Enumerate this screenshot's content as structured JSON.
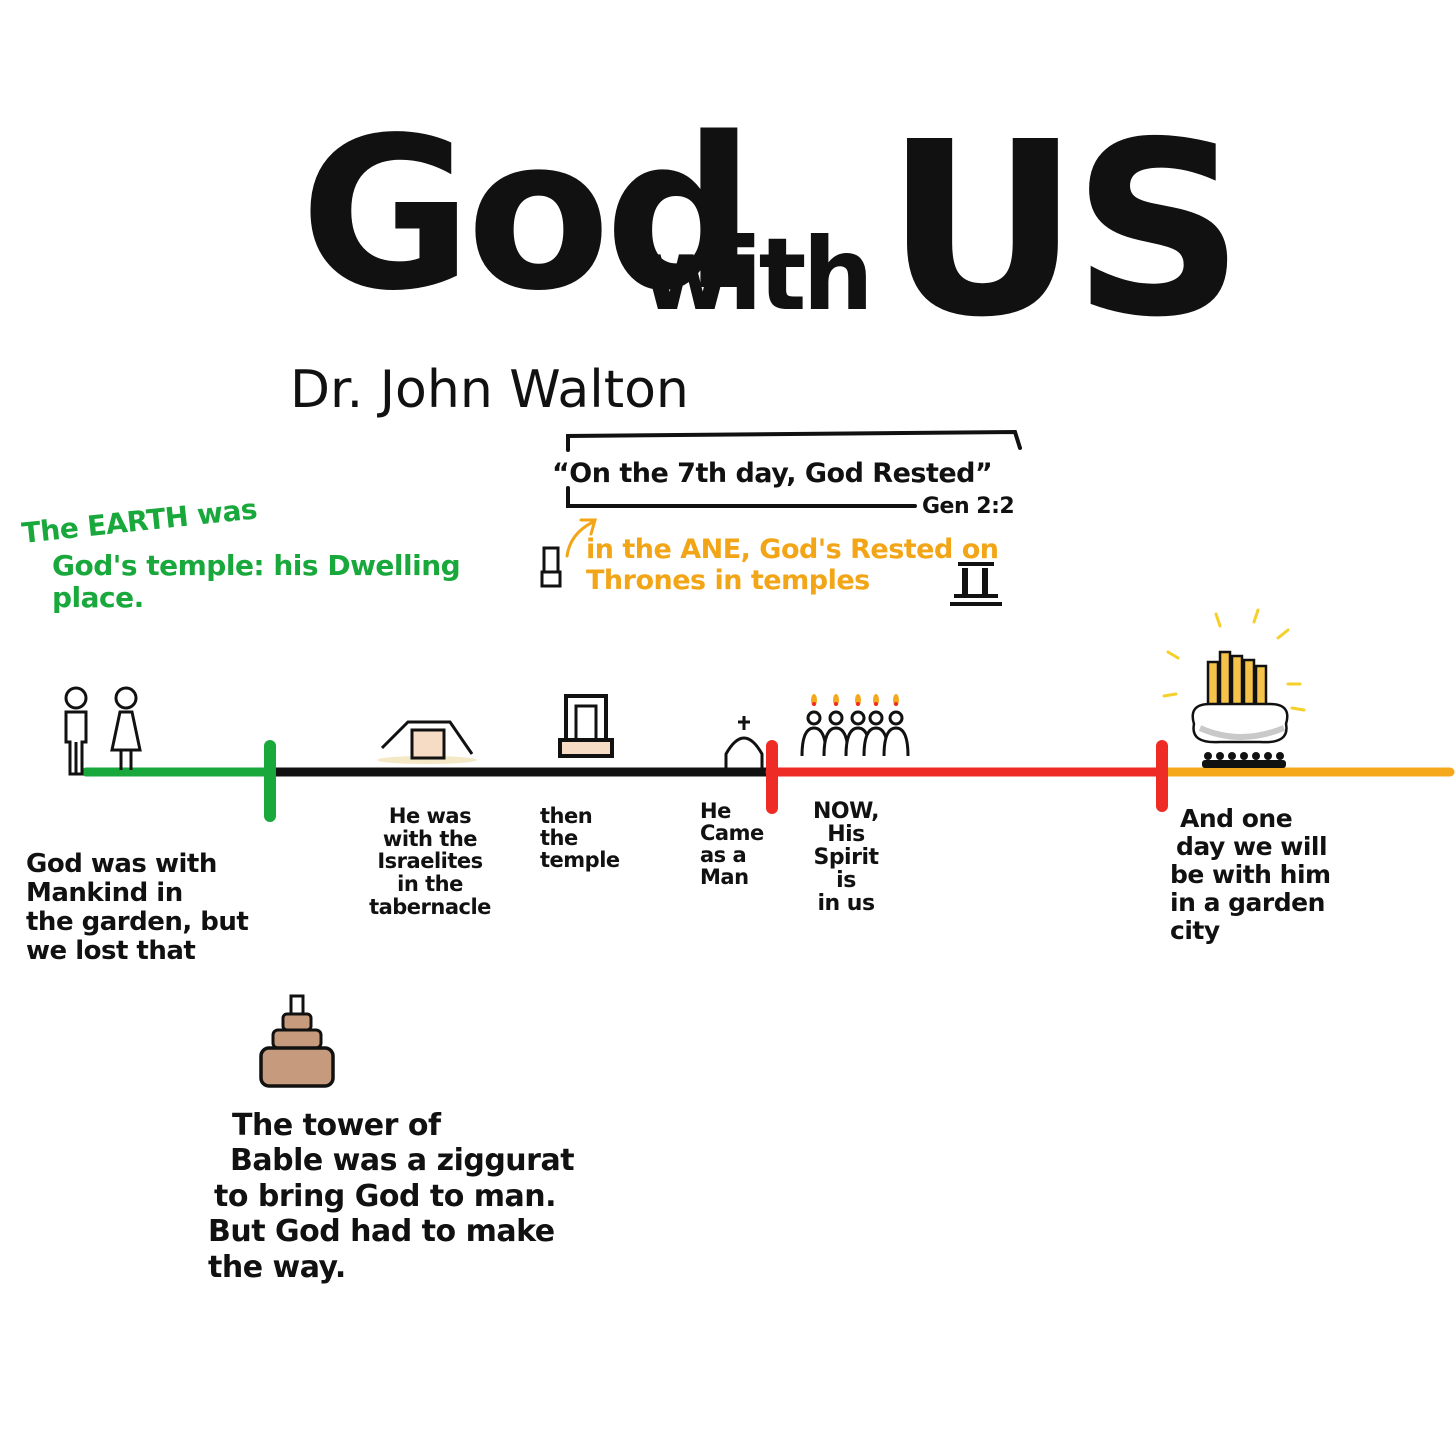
{
  "title": {
    "god": "God",
    "with": "with",
    "us": "US"
  },
  "author": "Dr. John Walton",
  "quote": {
    "text": "“On the 7th day, God Rested”",
    "ref": "Gen 2:2"
  },
  "ane_note": [
    "in the ANE, God's Rested on",
    "Thrones in temples"
  ],
  "earth_note": [
    "The EARTH was",
    "God's temple: his Dwelling",
    "place."
  ],
  "timeline": {
    "colors": {
      "garden": "#19a83b",
      "israel": "#111111",
      "spirit": "#ee2b24",
      "future": "#f5a81c"
    }
  },
  "captions": {
    "garden": [
      "God was with",
      "Mankind in",
      "the garden, but",
      "we lost that"
    ],
    "tabernacle": [
      "He was",
      "with the",
      "Israelites",
      "in the",
      "tabernacle"
    ],
    "temple": [
      "then",
      "the",
      "temple"
    ],
    "man": [
      "He",
      "Came",
      "as a",
      "Man"
    ],
    "spirit": [
      "NOW,",
      "His",
      "Spirit",
      "is",
      "in us"
    ],
    "future": [
      "And one",
      "day we will",
      "be with him",
      "in a garden",
      "city"
    ],
    "babel": [
      "The tower of",
      "Bable was a ziggurat",
      "to bring God to man.",
      "But God had to make",
      "the way."
    ]
  },
  "icons": [
    "man-icon",
    "woman-icon",
    "tent-icon",
    "temple-icon",
    "church-icon",
    "people-fire-icon",
    "throne-cloud-icon",
    "ziggurat-icon",
    "throne-small-icon",
    "pillar-temple-icon",
    "arrow-icon"
  ]
}
